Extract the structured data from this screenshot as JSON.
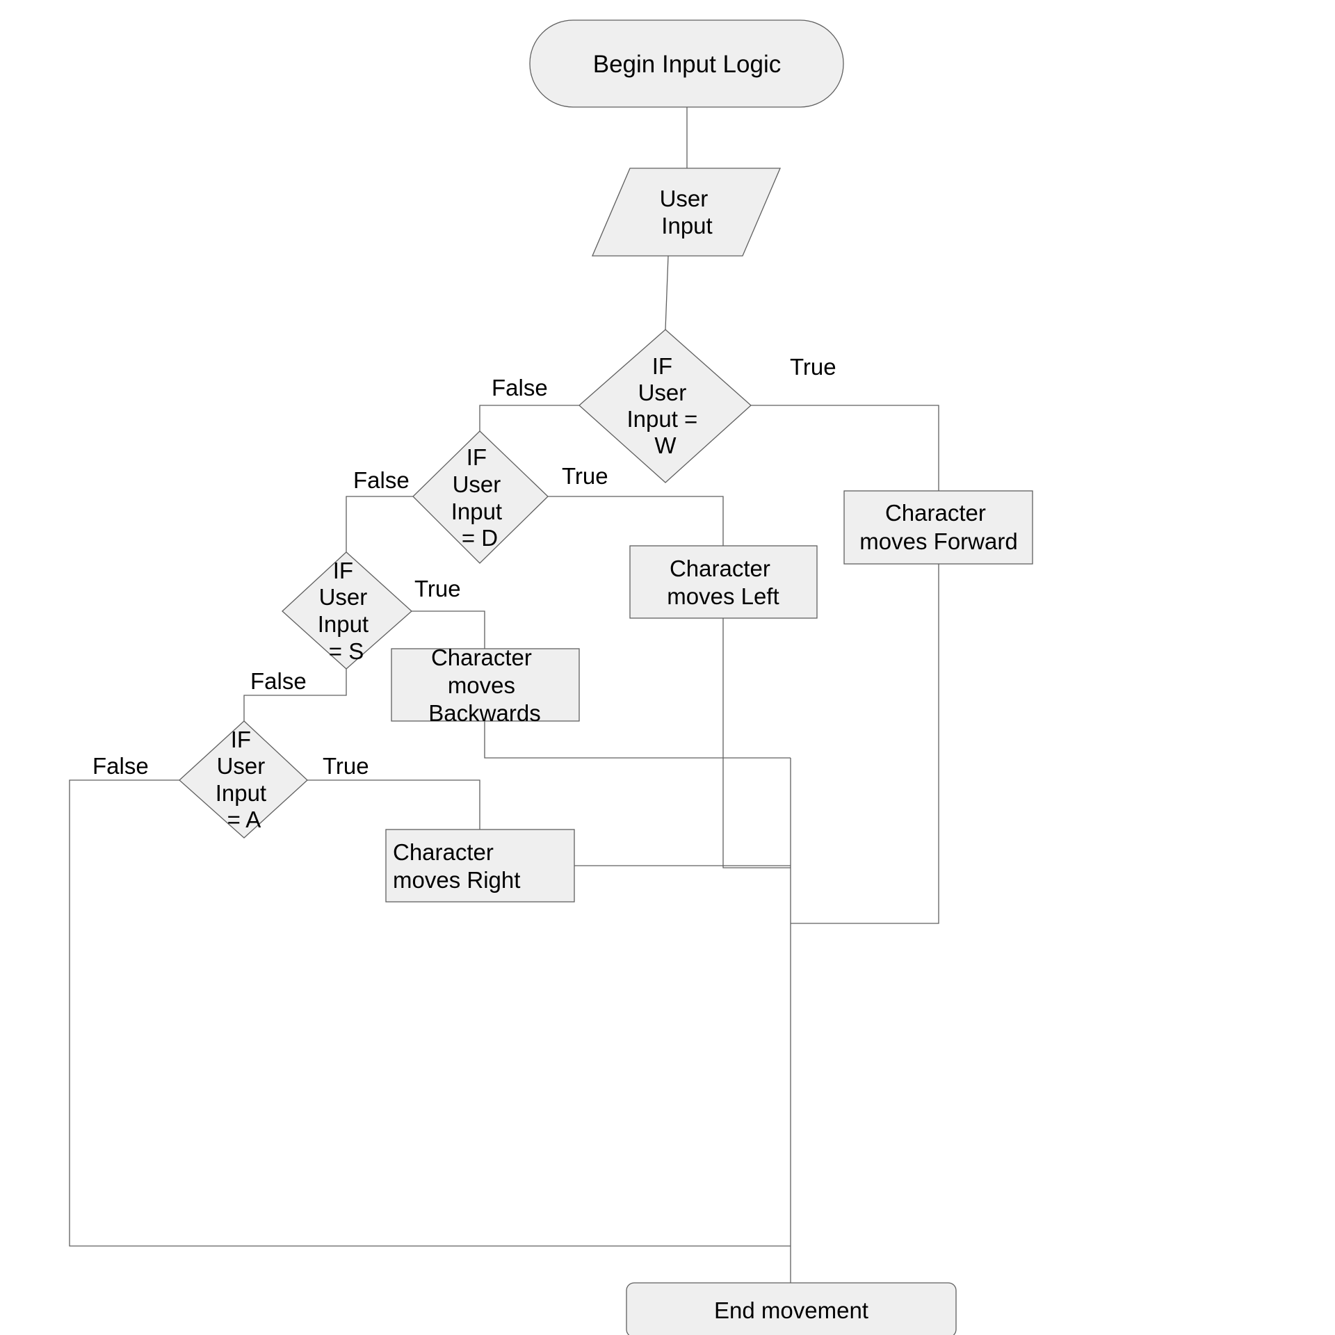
{
  "start": "Begin Input Logic",
  "input": [
    "User",
    "Input"
  ],
  "decisions": {
    "w": [
      "IF",
      "User",
      "Input =",
      "W"
    ],
    "d": [
      "IF",
      "User",
      "Input",
      "= D"
    ],
    "s": [
      "IF",
      "User",
      "Input",
      "= S"
    ],
    "a": [
      "IF",
      "User",
      "Input",
      "= A"
    ]
  },
  "actions": {
    "forward": [
      "Character",
      "moves Forward"
    ],
    "left": [
      "Character",
      "moves Left"
    ],
    "backwards": [
      "Character",
      "moves",
      "Backwards"
    ],
    "right": [
      "Character",
      "moves Right"
    ]
  },
  "edge_labels": {
    "true": "True",
    "false": "False"
  },
  "end": "End movement"
}
